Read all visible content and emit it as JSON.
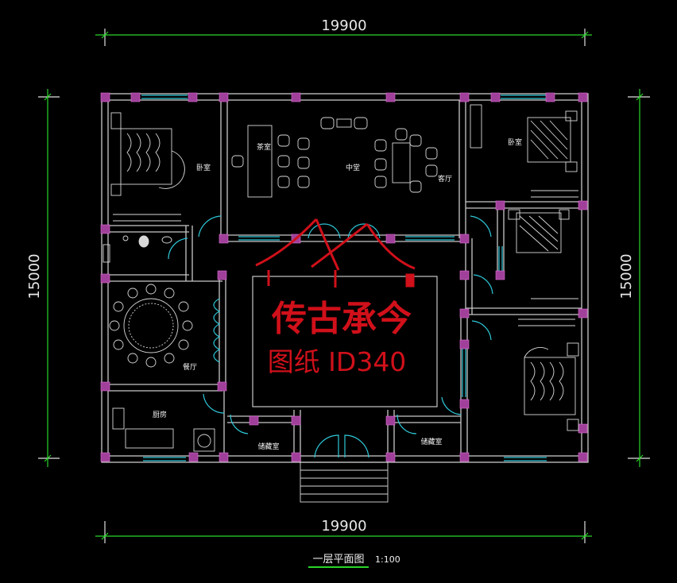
{
  "dimensions": {
    "top_width": "19900",
    "bottom_width": "19900",
    "left_height": "15000",
    "right_height": "15000"
  },
  "rooms": {
    "bedroom_nw": "卧室",
    "tea_room": "茶室",
    "central_hall": "中堂",
    "living_room": "客厅",
    "bedroom_ne": "卧室",
    "dining_room": "餐厅",
    "kitchen": "厨房",
    "storage_left": "储藏室",
    "storage_right": "储藏室"
  },
  "watermark": {
    "line1": "传古承今",
    "line2": "图纸 ID340"
  },
  "title": {
    "name": "一层平面图",
    "scale": "1:100"
  },
  "colors": {
    "background": "#000000",
    "wall": "#c8c8c8",
    "column": "#a0409a",
    "window": "#2ec8d8",
    "dimension": "#29d629",
    "watermark": "#d0101a"
  }
}
